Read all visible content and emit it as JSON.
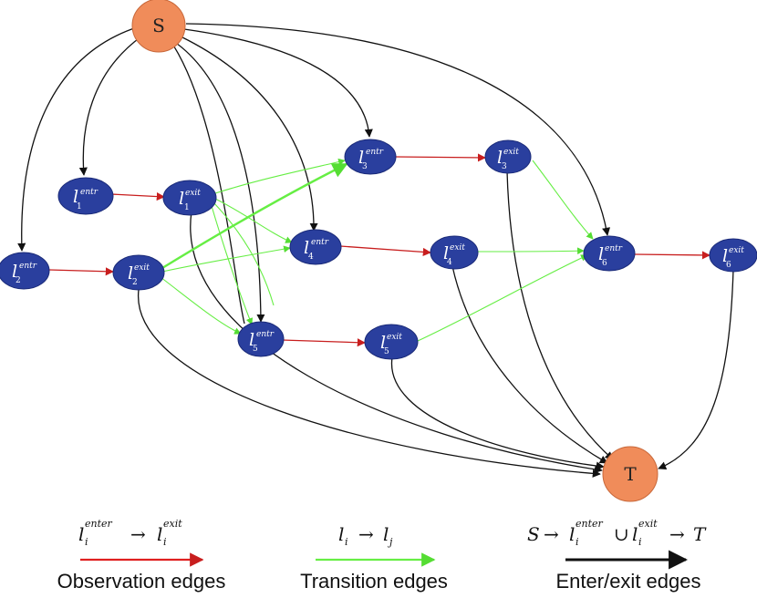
{
  "nodes": {
    "S": "S",
    "T": "T",
    "l1_entr": {
      "main": "l",
      "sup": "entr",
      "sub": "1"
    },
    "l1_exit": {
      "main": "l",
      "sup": "exit",
      "sub": "1"
    },
    "l2_entr": {
      "main": "l",
      "sup": "entr",
      "sub": "2"
    },
    "l2_exit": {
      "main": "l",
      "sup": "exit",
      "sub": "2"
    },
    "l3_entr": {
      "main": "l",
      "sup": "entr",
      "sub": "3"
    },
    "l3_exit": {
      "main": "l",
      "sup": "exit",
      "sub": "3"
    },
    "l4_entr": {
      "main": "l",
      "sup": "entr",
      "sub": "4"
    },
    "l4_exit": {
      "main": "l",
      "sup": "exit",
      "sub": "4"
    },
    "l5_entr": {
      "main": "l",
      "sup": "entr",
      "sub": "5"
    },
    "l5_exit": {
      "main": "l",
      "sup": "exit",
      "sub": "5"
    },
    "l6_entr": {
      "main": "l",
      "sup": "entr",
      "sub": "6"
    },
    "l6_exit": {
      "main": "l",
      "sup": "exit",
      "sub": "6"
    }
  },
  "legend": {
    "observation": {
      "formula": {
        "l": "l",
        "sup1": "enter",
        "sub1": "i",
        "arrow": "→",
        "l2": "l",
        "sup2": "exit",
        "sub2": "i"
      },
      "caption": "Observation edges",
      "color": "#e02020"
    },
    "transition": {
      "formula": {
        "l": "l",
        "sub1": "i",
        "arrow": "→",
        "l2": "l",
        "sub2": "j"
      },
      "caption": "Transition edges",
      "color": "#66ee44"
    },
    "enter_exit": {
      "formula": {
        "s": "S",
        "arrow": "→",
        "l": "l",
        "sup1": "enter",
        "sub1": "i",
        "cup": "∪",
        "l2": "l",
        "sup2": "exit",
        "sub2": "i",
        "arrow2": "→",
        "t": "T"
      },
      "caption": "Enter/exit edges",
      "color": "#111111"
    }
  }
}
